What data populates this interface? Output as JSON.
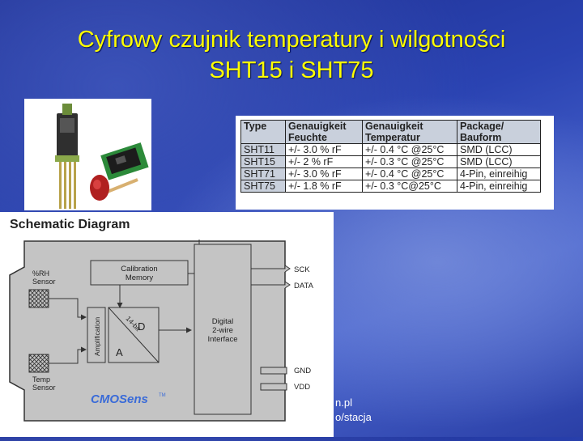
{
  "slide": {
    "title_line1": "Cyfrowy czujnik temperatury i wilgotności",
    "title_line2": "SHT15 i SHT75"
  },
  "table": {
    "headers": [
      [
        "Type",
        ""
      ],
      [
        "Genauigkeit",
        "Feuchte"
      ],
      [
        "Genauigkeit",
        "Temperatur"
      ],
      [
        "Package/",
        "Bauform"
      ]
    ],
    "rows": [
      [
        "SHT11",
        "+/- 3.0 % rF",
        "+/- 0.4 °C @25°C",
        "SMD (LCC)"
      ],
      [
        "SHT15",
        "+/- 2 % rF",
        "+/- 0.3 °C @25°C",
        "SMD (LCC)"
      ],
      [
        "SHT71",
        "+/- 3.0 % rF",
        "+/- 0.4 °C @25°C",
        "4-Pin, einreihig"
      ],
      [
        "SHT75",
        "+/- 1.8 % rF",
        "+/- 0.3 °C@25°C",
        "4-Pin, einreihig"
      ]
    ]
  },
  "schematic": {
    "title": "Schematic Diagram",
    "rh_sensor": "%RH\nSensor",
    "temp_sensor": "Temp\nSensor",
    "calibration": "Calibration\nMemory",
    "amplification": "Amplification",
    "adc_d": "D",
    "adc_a": "A",
    "adc_bits": "14-bit",
    "interface": "Digital\n2-wire\nInterface",
    "pins": [
      "SCK",
      "DATA",
      "GND",
      "VDD"
    ],
    "logo": "CMOSens",
    "logo_tag": "TM"
  },
  "footer": {
    "line1": "n.pl",
    "line2": "o/stacja"
  },
  "colors": {
    "title": "#ffff00",
    "logo": "#3a6bd8"
  }
}
